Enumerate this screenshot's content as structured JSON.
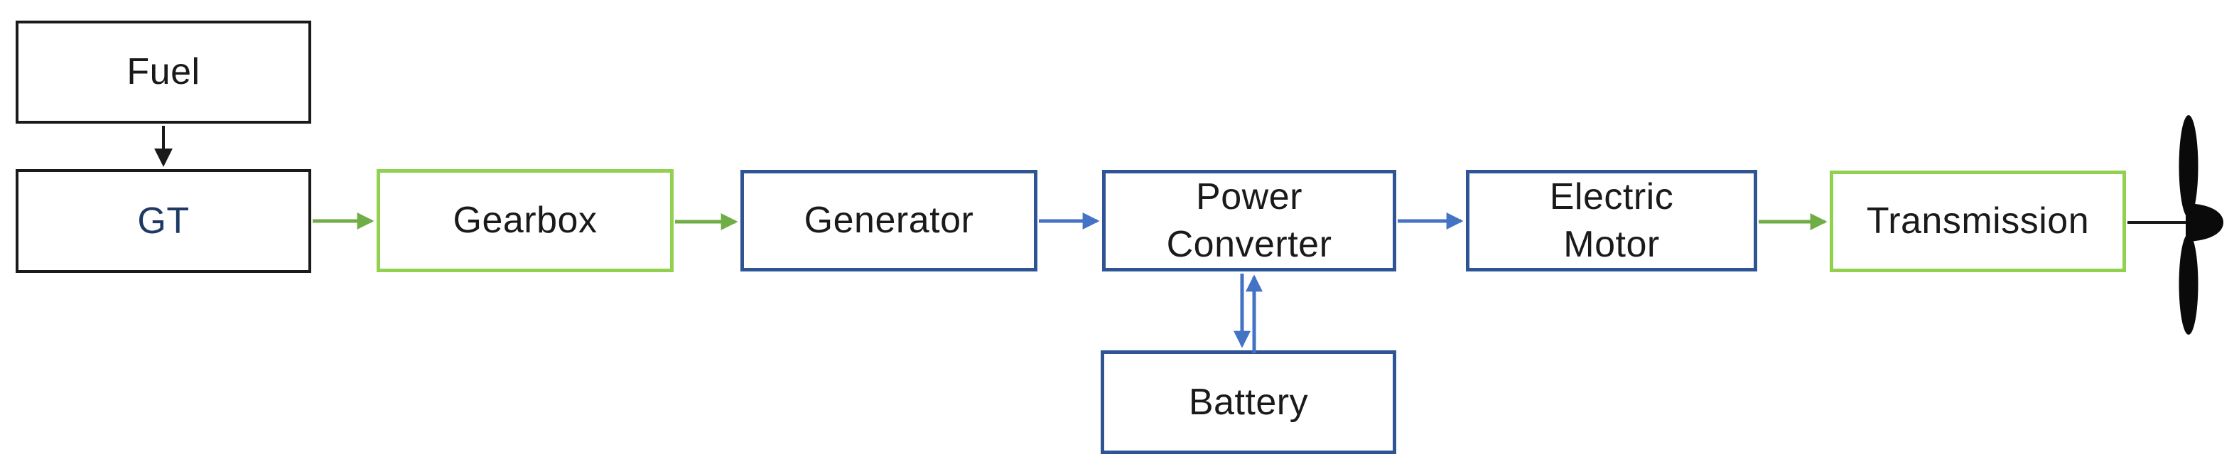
{
  "diagram": {
    "type": "block-diagram",
    "subject": "turbo-electric hybrid propulsion chain"
  },
  "colors": {
    "background": "#FFFFFF",
    "label_text": "#1A1A1A",
    "gt_text": "#1F3864",
    "box_border_black": "#1A1A1A",
    "box_border_green": "#92D050",
    "box_border_blue": "#2F5496",
    "arrow_black": "#1A1A1A",
    "arrow_green": "#70AD47",
    "arrow_blue": "#4472C4",
    "propeller_fill": "#0A0A0A"
  },
  "nodes": {
    "fuel": {
      "label": "Fuel",
      "border": "black"
    },
    "gt": {
      "label": "GT",
      "border": "black"
    },
    "gearbox": {
      "label": "Gearbox",
      "border": "green"
    },
    "generator": {
      "label": "Generator",
      "border": "blue"
    },
    "power_converter": {
      "label": "Power Converter",
      "line1": "Power",
      "line2": "Converter",
      "border": "blue"
    },
    "electric_motor": {
      "label": "Electric Motor",
      "line1": "Electric",
      "line2": "Motor",
      "border": "blue"
    },
    "transmission": {
      "label": "Transmission",
      "border": "green"
    },
    "battery": {
      "label": "Battery",
      "border": "blue"
    }
  },
  "icons": {
    "propeller": "propeller-icon"
  },
  "connections": [
    {
      "from": "Fuel",
      "to": "GT",
      "color": "black",
      "direction": "one-way"
    },
    {
      "from": "GT",
      "to": "Gearbox",
      "color": "green",
      "direction": "one-way"
    },
    {
      "from": "Gearbox",
      "to": "Generator",
      "color": "green",
      "direction": "one-way"
    },
    {
      "from": "Generator",
      "to": "Power Converter",
      "color": "blue",
      "direction": "one-way"
    },
    {
      "from": "Power Converter",
      "to": "Electric Motor",
      "color": "blue",
      "direction": "one-way"
    },
    {
      "from": "Electric Motor",
      "to": "Transmission",
      "color": "green",
      "direction": "one-way"
    },
    {
      "from": "Power Converter",
      "to": "Battery",
      "color": "blue",
      "direction": "two-way"
    },
    {
      "from": "Transmission",
      "to": "Propeller",
      "color": "black",
      "direction": "shaft"
    }
  ]
}
